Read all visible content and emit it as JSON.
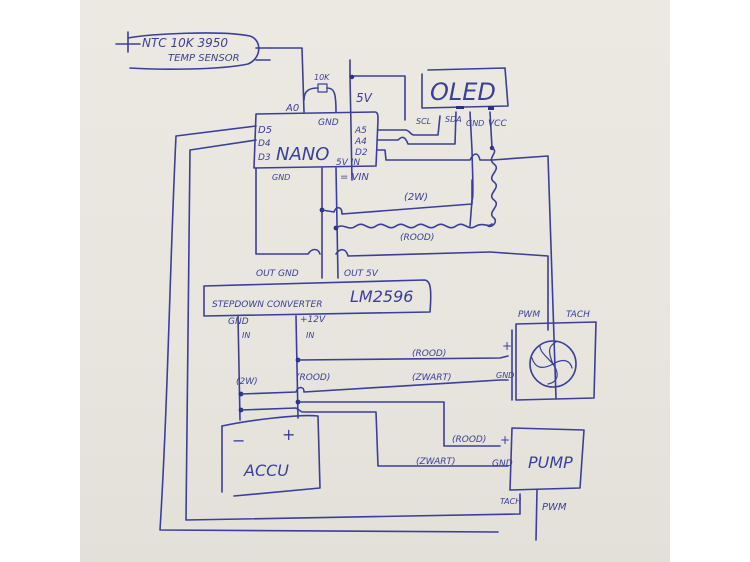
{
  "diagram": {
    "type": "hand-drawn wiring schematic",
    "ink_color": "#3a3f9a",
    "paper_color": "#e8e5de",
    "components": {
      "sensor": {
        "line1": "NTC 10K 3950",
        "line2": "TEMP SENSOR"
      },
      "resistor": {
        "label": "10K"
      },
      "nano": {
        "title": "NANO",
        "pins_left": [
          "D5",
          "D4",
          "D3"
        ],
        "pins_right": [
          "A5",
          "A4",
          "D2",
          "5V IN"
        ],
        "pin_top_a0": "A0",
        "pin_top_gnd": "GND",
        "pin_bottom_gnd": "GND",
        "pin_bottom_vin": "= VIN"
      },
      "oled": {
        "title": "OLED",
        "pins": [
          "SCL",
          "SDA",
          "GND",
          "VCC"
        ]
      },
      "rail_5v": {
        "label": "5V"
      },
      "converter": {
        "title": "STEPDOWN CONVERTER",
        "model": "LM2596",
        "out_gnd": "OUT GND",
        "out_5v": "OUT 5V",
        "in_gnd": "GND",
        "in_12v": "+12V",
        "in_label_left": "IN",
        "in_label_right": "IN"
      },
      "fan": {
        "pin_pwm": "PWM",
        "pin_tach": "TACH",
        "pin_plus": "+",
        "pin_gnd": "GND"
      },
      "pump": {
        "title": "PUMP",
        "pin_plus": "+",
        "pin_gnd": "GND",
        "pin_tach": "TACH",
        "pin_pwm": "PWM"
      },
      "accu": {
        "title": "ACCU",
        "minus": "−",
        "plus": "+"
      }
    },
    "wire_labels": {
      "nano_white": "(2W)",
      "nano_red": "(ROOD)",
      "fan_red": "(ROOD)",
      "fan_black": "(ZWART)",
      "accu_white": "(2W)",
      "accu_red": "(ROOD)",
      "pump_red": "(ROOD)",
      "pump_black": "(ZWART)"
    }
  }
}
